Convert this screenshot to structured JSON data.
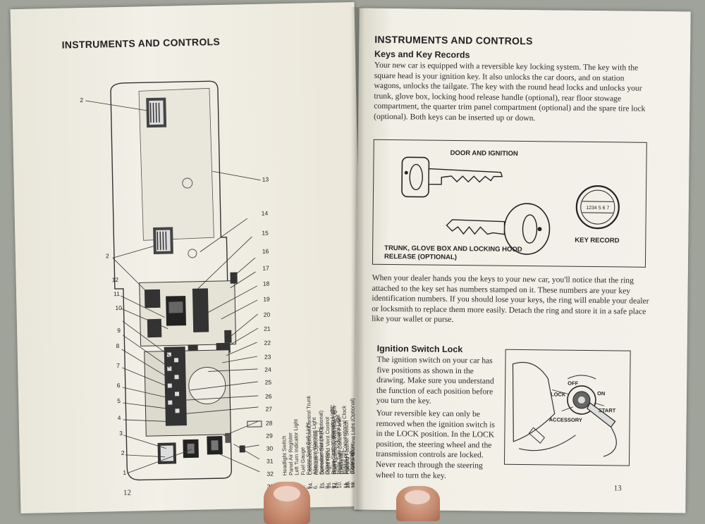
{
  "left_page": {
    "heading": "INSTRUMENTS AND CONTROLS",
    "page_number": "12",
    "diagram_callouts": [
      "1",
      "2",
      "3",
      "4",
      "5",
      "6",
      "7",
      "8",
      "9",
      "10",
      "11",
      "12",
      "13",
      "14",
      "15",
      "16",
      "17",
      "18",
      "19",
      "20",
      "21",
      "22",
      "23",
      "24",
      "25",
      "26",
      "27",
      "28",
      "29",
      "30",
      "31",
      "32",
      "33"
    ],
    "legend_col1": [
      {
        "n": "1.",
        "t": "Headlight Switch"
      },
      {
        "n": "2.",
        "t": "Panel Air Register"
      },
      {
        "n": "3.",
        "t": "Left Turn Indicator Light"
      },
      {
        "n": "4.",
        "t": "Fuel Gauge"
      },
      {
        "n": "5.",
        "t": "Fasten Seat Belt Light"
      },
      {
        "n": "6.",
        "t": "Alternator Warning Light"
      },
      {
        "n": "7.",
        "t": "Speedometer (mph)"
      },
      {
        "n": "8.",
        "t": "Odometer"
      },
      {
        "n": "9.",
        "t": "Brake System Warning Light"
      },
      {
        "n": "10.",
        "t": "Right Turn Indicator Light"
      },
      {
        "n": "11.",
        "t": "Digital or Conventional Clock"
      },
      {
        "n": "",
        "t": "(Optional)"
      },
      {
        "n": "12.",
        "t": "Radio (Optional)"
      },
      {
        "n": "13.",
        "t": "Glove Box"
      }
    ],
    "legend_col2": [
      {
        "n": "14.",
        "t": "Concealed Remote Control Trunk"
      },
      {
        "n": "",
        "t": "Release (Optional)"
      },
      {
        "n": "15.",
        "t": "Defroster Switch (Optional)"
      },
      {
        "n": "16.",
        "t": "Right Hand Vent Control"
      },
      {
        "n": "17.",
        "t": "Heater, A/C (Optional) or ATC"
      },
      {
        "n": "",
        "t": "(Optional) Control Panel"
      },
      {
        "n": "18.",
        "t": "Ashtray"
      },
      {
        "n": "19.",
        "t": "Cigar Lighter"
      },
      {
        "n": "20.",
        "t": "AM Radio Speaker Balance"
      },
      {
        "n": "",
        "t": "Control (Optional)"
      },
      {
        "n": "21.",
        "t": "Station Wagon Rear Window Switch"
      },
      {
        "n": "22.",
        "t": "Right Hand Outside Rear View Mirror"
      },
      {
        "n": "",
        "t": "Remote Control (Optional)"
      }
    ],
    "legend_col3": [
      {
        "n": "24.",
        "t": "Fuel Economy Warning Light"
      },
      {
        "n": "",
        "t": "(Optional)"
      },
      {
        "n": "25.",
        "t": "Hazard Flasher Switch"
      },
      {
        "n": "26.",
        "t": "Engine Warning Light (Optional)"
      },
      {
        "n": "27.",
        "t": "Transmission Selector Indicator"
      },
      {
        "n": "28.",
        "t": "Turn Signal Lever and Optional Tilt"
      },
      {
        "n": "",
        "t": "Steering Wheel Release Lever"
      },
      {
        "n": "",
        "t": "Hi-Beam Indicator Light"
      },
      {
        "n": "29.",
        "t": "Hood Release Handle"
      },
      {
        "n": "30.",
        "t": "Left Vent Control"
      },
      {
        "n": "31.",
        "t": "Parking Brake Release Handle"
      },
      {
        "n": "32.",
        "t": "Windshield Wiper-Washer Control"
      },
      {
        "n": "33.",
        "t": ""
      }
    ]
  },
  "right_page": {
    "heading": "INSTRUMENTS AND CONTROLS",
    "subheading_keys": "Keys and Key Records",
    "keys_paragraph": "Your new car is equipped with a reversible key locking system. The key with the square head is your ignition key. It also unlocks the car doors, and on station wagons, unlocks the tailgate. The key with the round head locks and unlocks your trunk, glove box, locking hood release handle (optional), rear floor stowage compartment, the quarter trim panel compartment (optional) and the spare tire lock (optional). Both keys can be inserted up or down.",
    "key_figure": {
      "label_door": "DOOR AND IGNITION",
      "label_trunk": "TRUNK, GLOVE BOX AND LOCKING HOOD RELEASE (OPTIONAL)",
      "label_record": "KEY RECORD",
      "record_code": "1234 5 6 7"
    },
    "dealer_paragraph": "When your dealer hands you the keys to your new car, you'll notice that the ring attached to the key set has numbers stamped on it. These numbers are your key identification numbers. If you should lose your keys, the ring will enable your dealer or locksmith to replace them more easily. Detach the ring and store it in a safe place like your wallet or purse.",
    "subheading_ignition": "Ignition Switch Lock",
    "ignition_paragraph_1": "The ignition switch on your car has five positions as shown in the drawing. Make sure you understand the function of each position before you turn the key.",
    "ignition_paragraph_2": "Your reversible key can only be removed when the ignition switch is in the LOCK position. In the LOCK position, the steering wheel and the transmission controls are locked. Never reach through the steering wheel to turn the key.",
    "ignition_figure": {
      "off": "OFF",
      "on": "ON",
      "lock": "LOCK",
      "start": "START",
      "accessory": "ACCESSORY"
    },
    "page_number": "13"
  },
  "colors": {
    "paper": "#f1efe6",
    "ink": "#2a2a2a",
    "background": "#9fa39a"
  }
}
